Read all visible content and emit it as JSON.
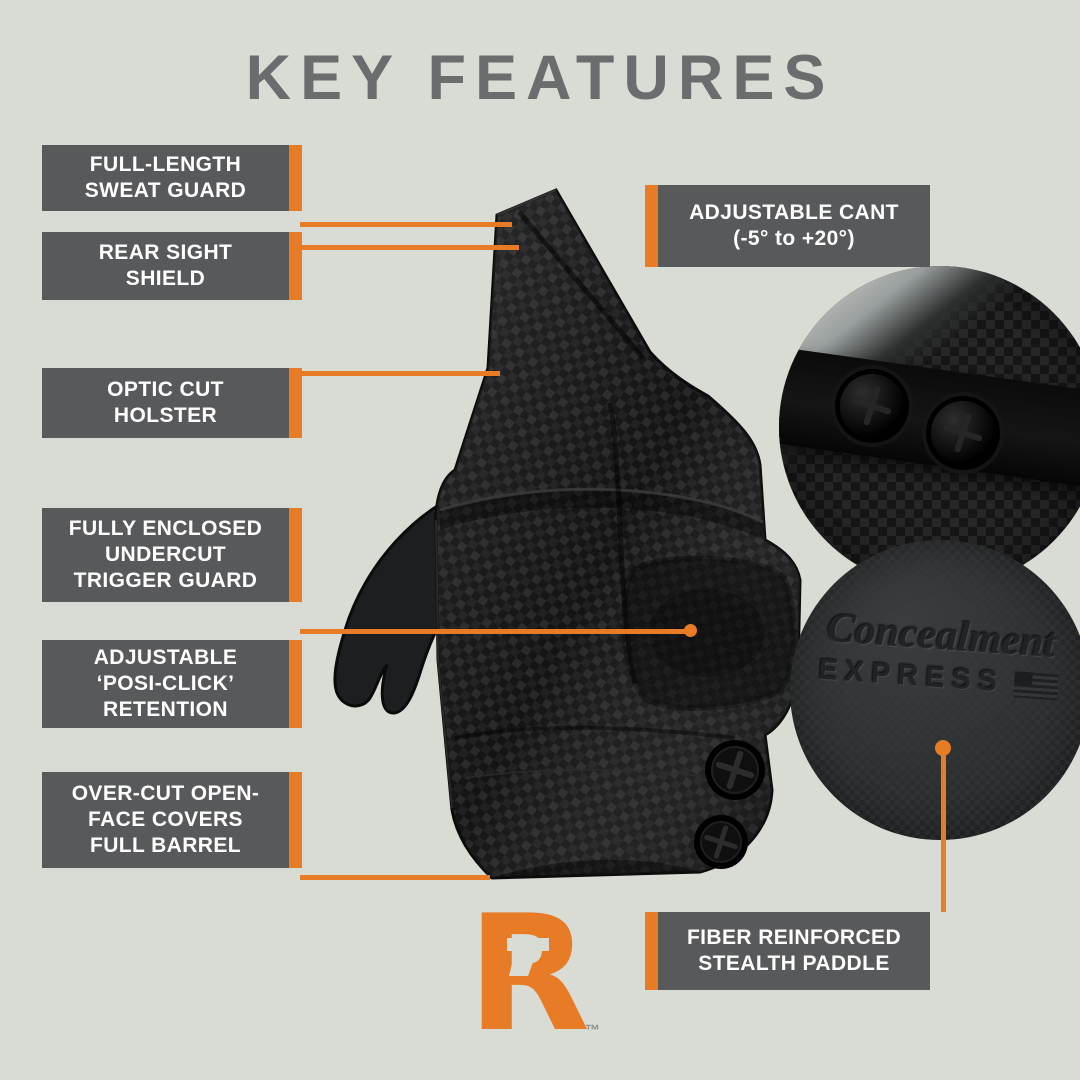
{
  "title": "KEY FEATURES",
  "colors": {
    "accent_orange": "#e87b25",
    "label_gray": "#58595b",
    "background": "#d9dcd4",
    "title_gray": "#6b6c6e"
  },
  "left_callouts": [
    {
      "label": "FULL-LENGTH\nSWEAT GUARD"
    },
    {
      "label": "REAR SIGHT\nSHIELD"
    },
    {
      "label": "OPTIC CUT\nHOLSTER"
    },
    {
      "label": "FULLY ENCLOSED\nUNDERCUT\nTRIGGER GUARD"
    },
    {
      "label": "ADJUSTABLE\n‘POSI-CLICK’\nRETENTION"
    },
    {
      "label": "OVER-CUT OPEN-\nFACE COVERS\nFULL BARREL"
    }
  ],
  "right_callouts": [
    {
      "label": "ADJUSTABLE CANT\n(-5° to +20°)"
    },
    {
      "label": "FIBER REINFORCED\nSTEALTH PADDLE"
    }
  ],
  "stamp": {
    "script": "Concealment",
    "caps": "EXPRESS"
  },
  "brand": {
    "letter": "R",
    "trademark": "™"
  }
}
